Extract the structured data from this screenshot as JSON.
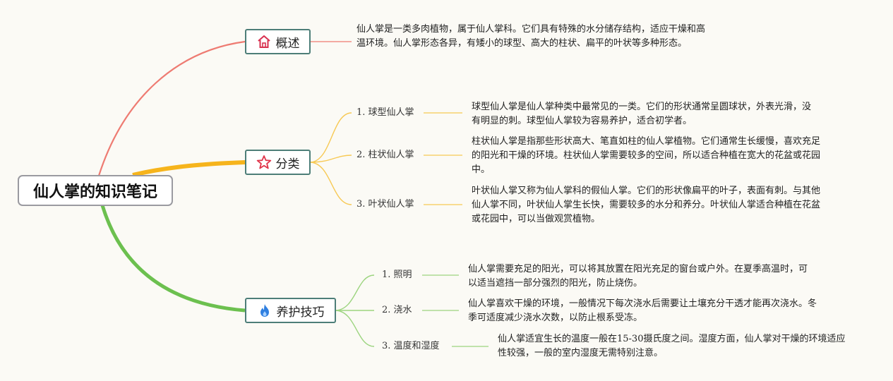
{
  "root": {
    "title": "仙人掌的知识笔记"
  },
  "colors": {
    "overview": "#ee7b72",
    "classify": "#f6b41c",
    "care": "#6cc04f",
    "classify_child": "#f7c954",
    "care_child": "#9cd47f"
  },
  "topics": [
    {
      "icon": "home-icon",
      "label": "概述",
      "description": "仙人掌是一类多肉植物，属于仙人掌科。它们具有特殊的水分储存结构，适应干燥和高温环境。仙人掌形态各异，有矮小的球型、高大的柱状、扁平的叶状等多种形态。"
    },
    {
      "icon": "star-icon",
      "label": "分类",
      "children": [
        {
          "label": "1. 球型仙人掌",
          "description": "球型仙人掌是仙人掌种类中最常见的一类。它们的形状通常呈圆球状，外表光滑，没有明显的刺。球型仙人掌较为容易养护，适合初学者。"
        },
        {
          "label": "2. 柱状仙人掌",
          "description": "柱状仙人掌是指那些形状高大、笔直如柱的仙人掌植物。它们通常生长缓慢，喜欢充足的阳光和干燥的环境。柱状仙人掌需要较多的空间，所以适合种植在宽大的花盆或花园中。"
        },
        {
          "label": "3. 叶状仙人掌",
          "description": "叶状仙人掌又称为仙人掌科的假仙人掌。它们的形状像扁平的叶子，表面有刺。与其他仙人掌不同，叶状仙人掌生长快，需要较多的水分和养分。叶状仙人掌适合种植在花盆或花园中，可以当做观赏植物。"
        }
      ]
    },
    {
      "icon": "fire-icon",
      "label": "养护技巧",
      "children": [
        {
          "label": "1. 照明",
          "description": "仙人掌需要充足的阳光，可以将其放置在阳光充足的窗台或户外。在夏季高温时，可以适当遮挡一部分强烈的阳光，防止烧伤。"
        },
        {
          "label": "2. 浇水",
          "description": "仙人掌喜欢干燥的环境，一般情况下每次浇水后需要让土壤充分干透才能再次浇水。冬季可适度减少浇水次数，以防止根系受冻。"
        },
        {
          "label": "3. 温度和湿度",
          "description": "仙人掌适宜生长的温度一般在15-30摄氏度之间。湿度方面，仙人掌对干燥的环境适应性较强，一般的室内湿度无需特别注意。"
        }
      ]
    }
  ]
}
